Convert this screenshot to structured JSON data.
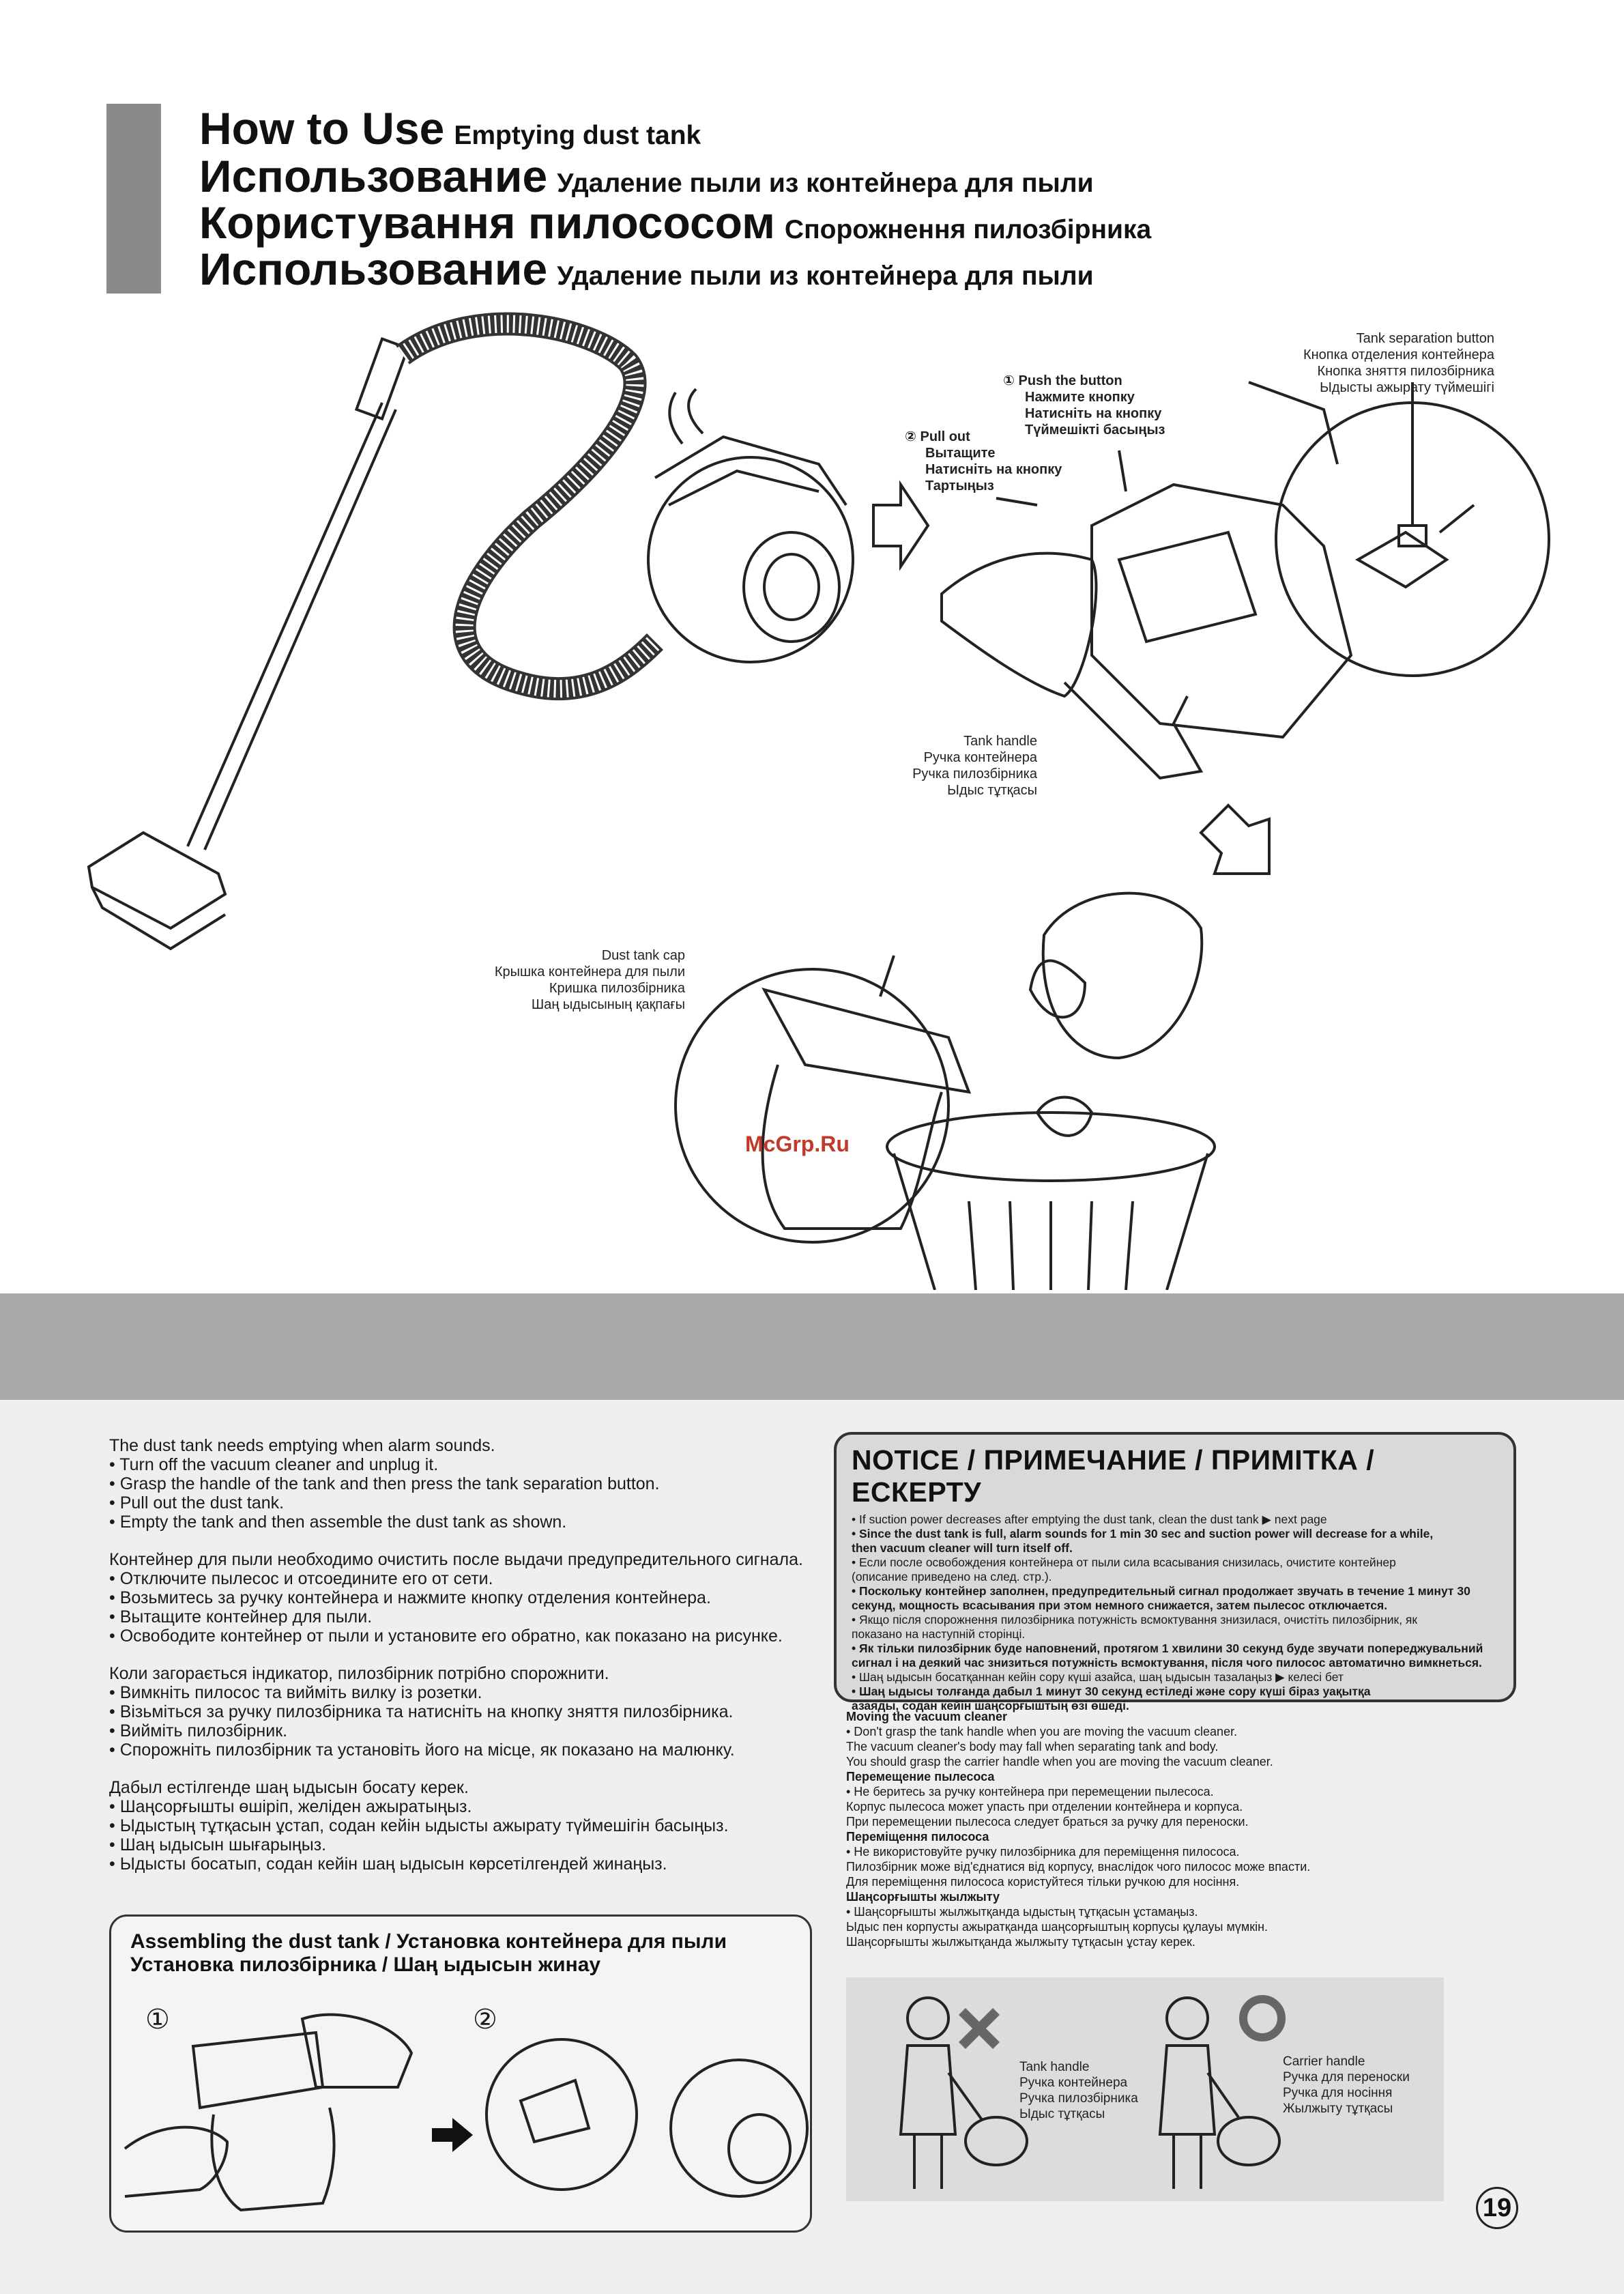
{
  "header": {
    "lines": [
      {
        "big": "How to Use",
        "small": "Emptying dust tank"
      },
      {
        "big": "Использование",
        "small": "Удаление пыли из контейнера для пыли"
      },
      {
        "big": "Користування пилососом",
        "small": "Спорожнення пилозбірника"
      },
      {
        "big": "Использование",
        "small": "Удаление пыли из контейнера для пыли"
      }
    ]
  },
  "labels": {
    "tank_sep": [
      "Tank separation button",
      "Кнопка отделения контейнера",
      "Кнопка зняття пилозбірника",
      "Ыдысты ажырату түймешігі"
    ],
    "push": [
      "① Push the button",
      "Нажмите кнопку",
      "Натисніть на кнопку",
      "Түймешікті басыңыз"
    ],
    "pull": [
      "② Pull out",
      "Вытащите",
      "Натисніть на кнопку",
      "Тартыңыз"
    ],
    "tank_handle": [
      "Tank handle",
      "Ручка контейнера",
      "Ручка пилозбірника",
      "Ыдыс тұтқасы"
    ],
    "dust_cap": [
      "Dust tank cap",
      "Крышка контейнера для пыли",
      "Кришка пилозбірника",
      "Шаң ыдысының қақпағы"
    ],
    "watermark": "McGrp.Ru"
  },
  "instructions": [
    [
      "The dust tank needs emptying when alarm sounds.",
      "• Turn off the vacuum cleaner and unplug it.",
      "• Grasp the handle of the tank and then press the tank separation button.",
      "• Pull out the dust tank.",
      "• Empty the tank and then assemble the dust tank as shown."
    ],
    [
      "Контейнер для пыли необходимо очистить после выдачи предупредительного сигнала.",
      "• Отключите пылесос и отсоедините его от сети.",
      "• Возьмитесь за ручку контейнера и нажмите кнопку отделения контейнера.",
      "• Вытащите контейнер для пыли.",
      "• Освободите контейнер от пыли и установите его обратно, как показано на рисунке."
    ],
    [
      "Коли загорається індикатор, пилозбірник потрібно спорожнити.",
      "• Вимкніть пилосос та вийміть вилку із розетки.",
      "• Візьміться за ручку пилозбірника та натисніть на кнопку зняття пилозбірника.",
      "• Вийміть пилозбірник.",
      "• Спорожніть пилозбірник та установіть його на місце, як показано на малюнку."
    ],
    [
      "Дабыл естілгенде шаң ыдысын босату керек.",
      "• Шаңсорғышты өшіріп, желіден ажыратыңыз.",
      "• Ыдыстың тұтқасын ұстап, содан кейін ыдысты ажырату түймешігін басыңыз.",
      "• Шаң ыдысын шығарыңыз.",
      "• Ыдысты босатып, содан кейін шаң ыдысын көрсетілгендей жинаңыз."
    ]
  ],
  "notice": {
    "title": "NOTICE / ПРИМЕЧАНИЕ / ПРИМІТКА / ЕСКЕРТУ",
    "lines": [
      {
        "t": "• If suction power decreases after emptying the dust tank, clean the dust tank ▶ next page",
        "b": false
      },
      {
        "t": "• Since the dust tank is full, alarm sounds for 1 min 30 sec and suction power will decrease for a while,",
        "b": true
      },
      {
        "t": "  then vacuum cleaner will turn itself off.",
        "b": true
      },
      {
        "t": "• Если после освобождения контейнера от пыли сила всасывания снизилась, очистите контейнер",
        "b": false
      },
      {
        "t": "  (описание приведено на след. стр.).",
        "b": false
      },
      {
        "t": "• Поскольку контейнер заполнен, предупредительный сигнал продолжает звучать в течение 1 минут 30",
        "b": true
      },
      {
        "t": "  секунд, мощность всасывания при этом немного снижается, затем пылесос отключается.",
        "b": true
      },
      {
        "t": "• Якщо після спорожнення пилозбірника потужність всмоктування знизилася, очистіть пилозбірник, як",
        "b": false
      },
      {
        "t": "  показано на наступній сторінці.",
        "b": false
      },
      {
        "t": "• Як тільки пилозбірник буде наповнений, протягом 1 хвилини 30 секунд буде звучати попереджувальний",
        "b": true
      },
      {
        "t": "  сигнал і на деякий час знизиться потужність всмоктування, після чого пилосос автоматично вимкнеться.",
        "b": true
      },
      {
        "t": "• Шаң ыдысын босатқаннан кейін сору күші азайса, шаң ыдысын тазалаңыз ▶ келесі бет",
        "b": false
      },
      {
        "t": "• Шаң ыдысы толғанда дабыл 1 минут 30 секунд естіледі және сору күші біраз уақытқа",
        "b": true
      },
      {
        "t": "  азаяды, содан кейін шаңсорғыштың өзі өшеді.",
        "b": true
      }
    ]
  },
  "moving": [
    {
      "t": "Moving the vacuum cleaner",
      "h": true
    },
    {
      "t": "• Don't grasp the tank handle when you are moving the vacuum cleaner.",
      "h": false
    },
    {
      "t": "  The vacuum cleaner's body may fall when separating tank and body.",
      "h": false
    },
    {
      "t": "  You should grasp the carrier handle when you are moving the vacuum cleaner.",
      "h": false
    },
    {
      "t": "Перемещение пылесоса",
      "h": true
    },
    {
      "t": "• Не беритесь за ручку контейнера при перемещении пылесоса.",
      "h": false
    },
    {
      "t": "  Корпус пылесоса может упасть при отделении контейнера и корпуса.",
      "h": false
    },
    {
      "t": "  При перемещении пылесоса следует браться за ручку для переноски.",
      "h": false
    },
    {
      "t": "Переміщення пилососа",
      "h": true
    },
    {
      "t": "• Не використовуйте ручку пилозбірника для переміщення пилососа.",
      "h": false
    },
    {
      "t": "  Пилозбірник може від'єднатися від корпусу, внаслідок чого пилосос може впасти.",
      "h": false
    },
    {
      "t": "  Для переміщення пилососа користуйтеся тільки ручкою для носіння.",
      "h": false
    },
    {
      "t": "Шаңсорғышты жылжыту",
      "h": true
    },
    {
      "t": "• Шаңсорғышты жылжытқанда ыдыстың тұтқасын ұстамаңыз.",
      "h": false
    },
    {
      "t": "  Ыдыс пен корпусты ажыратқанда шаңсорғыштың корпусы құлауы мүмкін.",
      "h": false
    },
    {
      "t": "  Шаңсорғышты жылжытқанда жылжыту тұтқасын ұстау керек.",
      "h": false
    }
  ],
  "assemble": {
    "title1": "Assembling the dust tank / Установка контейнера для пыли",
    "title2": "Установка пилозбірника / Шаң ыдысын жинау",
    "step1": "①",
    "step2": "②"
  },
  "warning": {
    "tank_handle": [
      "Tank handle",
      "Ручка контейнера",
      "Ручка пилозбірника",
      "Ыдыс тұтқасы"
    ],
    "carrier_handle": [
      "Carrier handle",
      "Ручка для переноски",
      "Ручка для носіння",
      "Жылжыту тұтқасы"
    ]
  },
  "page_number": "19"
}
